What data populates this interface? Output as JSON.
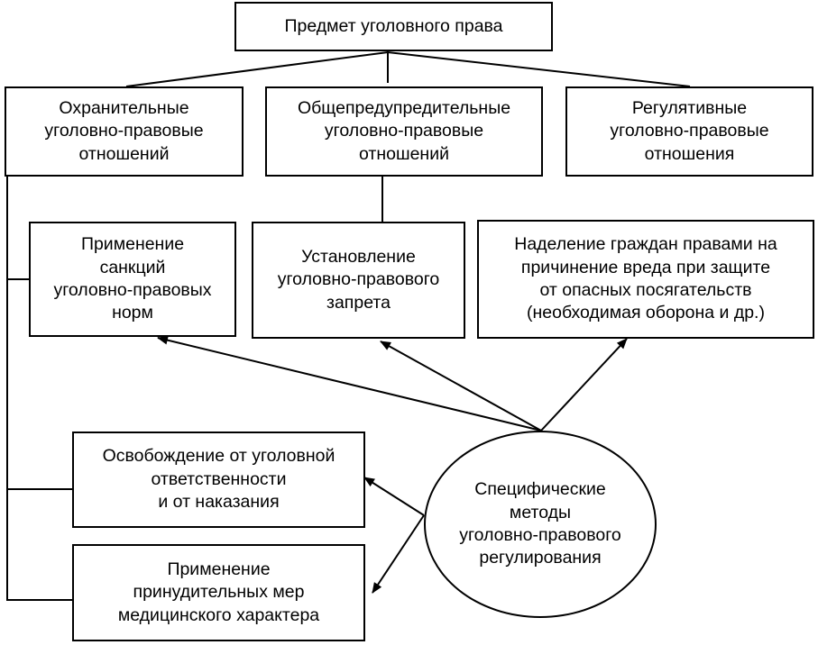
{
  "diagram": {
    "title": "Предмет уголовного права",
    "relations": {
      "protective": "Охранительные\nуголовно-правовые\nотношений",
      "preventive": "Общепредупредительные\nуголовно-правовые\nотношений",
      "regulatory": "Регулятивные\nуголовно-правовые\nотношения"
    },
    "methods": {
      "sanctions": "Применение\nсанкций\nуголовно-правовых\nнорм",
      "prohibition": "Установление\nуголовно-правового\nзапрета",
      "rights": "Наделение граждан правами на\nпричинение вреда при защите\nот опасных посягательств\n(необходимая оборона и др.)",
      "exemption": "Освобождение от уголовной\nответственности\nи от наказания",
      "medical": "Применение\nпринудительных мер\nмедицинского характера"
    },
    "center": "Специфические\nметоды\nуголовно-правового\nрегулирования"
  }
}
